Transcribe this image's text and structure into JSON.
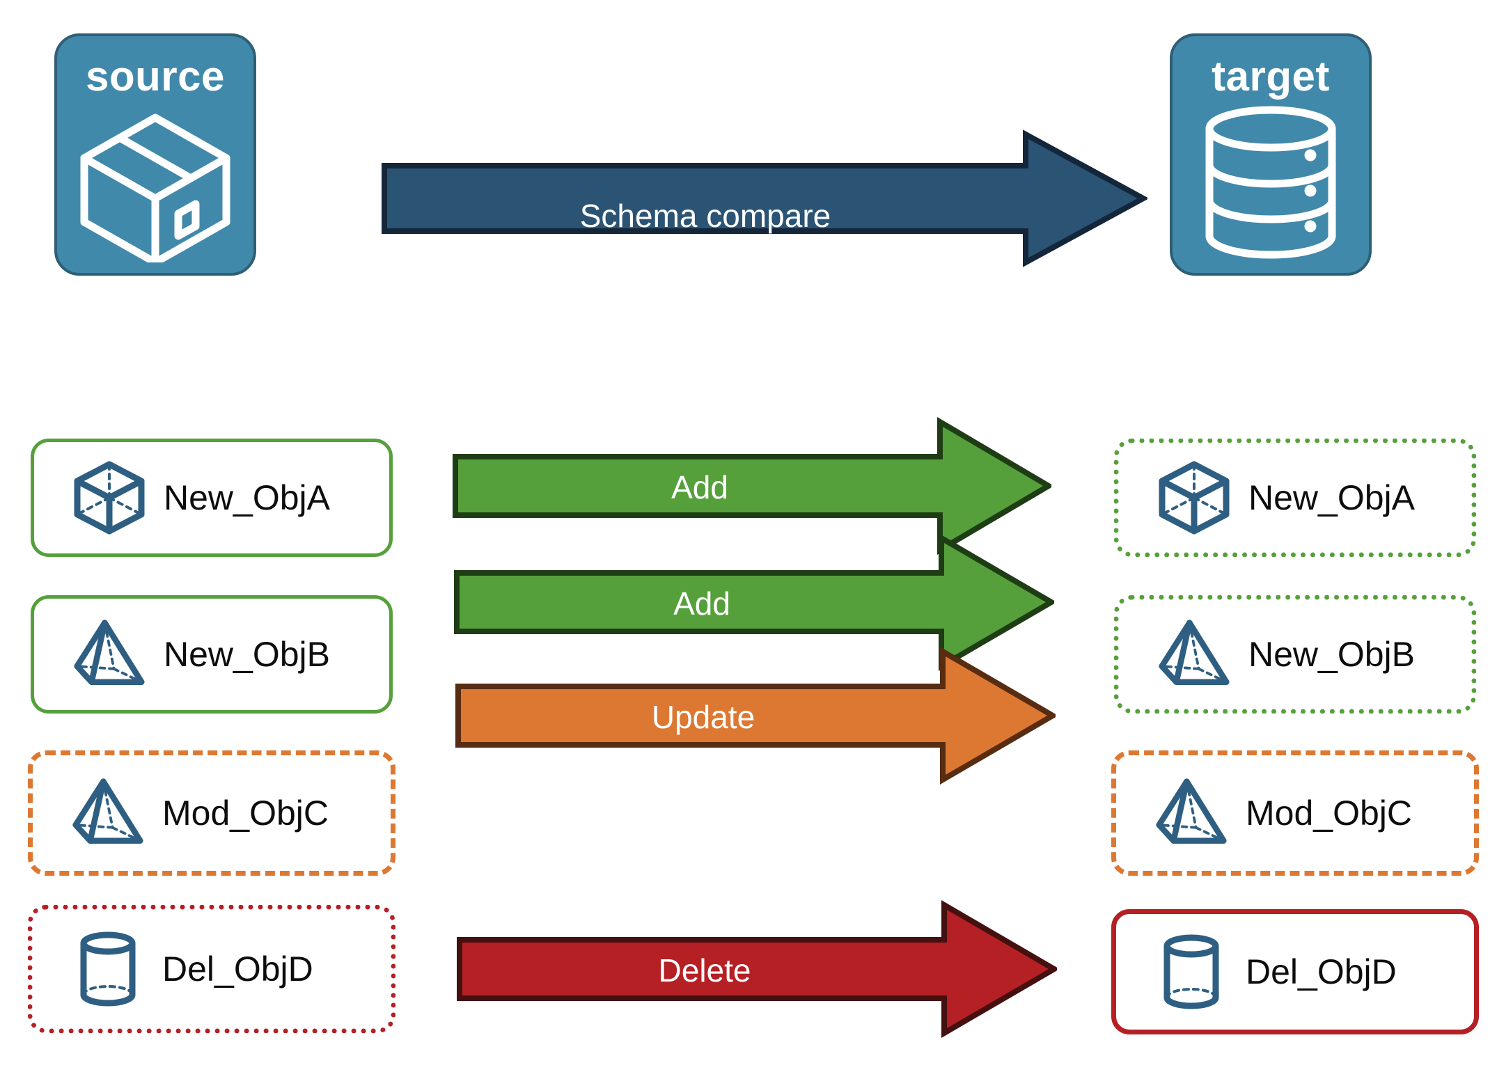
{
  "diagram": {
    "title_visible": false,
    "background": "#ffffff"
  },
  "endpoints": {
    "source": {
      "label": "source",
      "icon": "package-box-icon",
      "fill": "#4189ab",
      "stroke": "#2f5f75"
    },
    "target": {
      "label": "target",
      "icon": "database-cylinder-icon",
      "fill": "#4189ab",
      "stroke": "#2f5f75"
    }
  },
  "compare": {
    "label": "Schema compare",
    "fill": "#2b5374",
    "stroke": "#14263a",
    "text_color": "#ffffff"
  },
  "rows": [
    {
      "source_label": "New_ObjA",
      "source_icon": "cube-wireframe-icon",
      "source_border_style": "solid",
      "source_border_color": "#56a03c",
      "action_label": "Add",
      "action_fill": "#56a03c",
      "action_stroke": "#1e3d15",
      "target_label": "New_ObjA",
      "target_icon": "cube-wireframe-icon",
      "target_border_style": "dotted",
      "target_border_color": "#56a03c"
    },
    {
      "source_label": "New_ObjB",
      "source_icon": "pyramid-wireframe-icon",
      "source_border_style": "solid",
      "source_border_color": "#56a03c",
      "action_label": "Add",
      "action_fill": "#56a03c",
      "action_stroke": "#1e3d15",
      "target_label": "New_ObjB",
      "target_icon": "pyramid-wireframe-icon",
      "target_border_style": "dotted",
      "target_border_color": "#56a03c"
    },
    {
      "source_label": "Mod_ObjC",
      "source_icon": "pyramid-wireframe-icon",
      "source_border_style": "dashed",
      "source_border_color": "#dd7832",
      "action_label": "Update",
      "action_fill": "#dd7832",
      "action_stroke": "#572c10",
      "target_label": "Mod_ObjC",
      "target_icon": "pyramid-wireframe-icon",
      "target_border_style": "dashed",
      "target_border_color": "#dd7832"
    },
    {
      "source_label": "Del_ObjD",
      "source_icon": "cylinder-wireframe-icon",
      "source_border_style": "dotted",
      "source_border_color": "#b52025",
      "action_label": "Delete",
      "action_fill": "#b52025",
      "action_stroke": "#451010",
      "target_label": "Del_ObjD",
      "target_icon": "cylinder-wireframe-icon",
      "target_border_style": "solid",
      "target_border_color": "#b52025"
    }
  ],
  "colors": {
    "icon_blue": "#2e5f82",
    "card_blue": "#4189ab",
    "card_blue_border": "#2f5f75",
    "green": "#56a03c",
    "orange": "#dd7832",
    "red": "#b52025",
    "navy": "#2b5374",
    "text": "#0d0d0d"
  }
}
